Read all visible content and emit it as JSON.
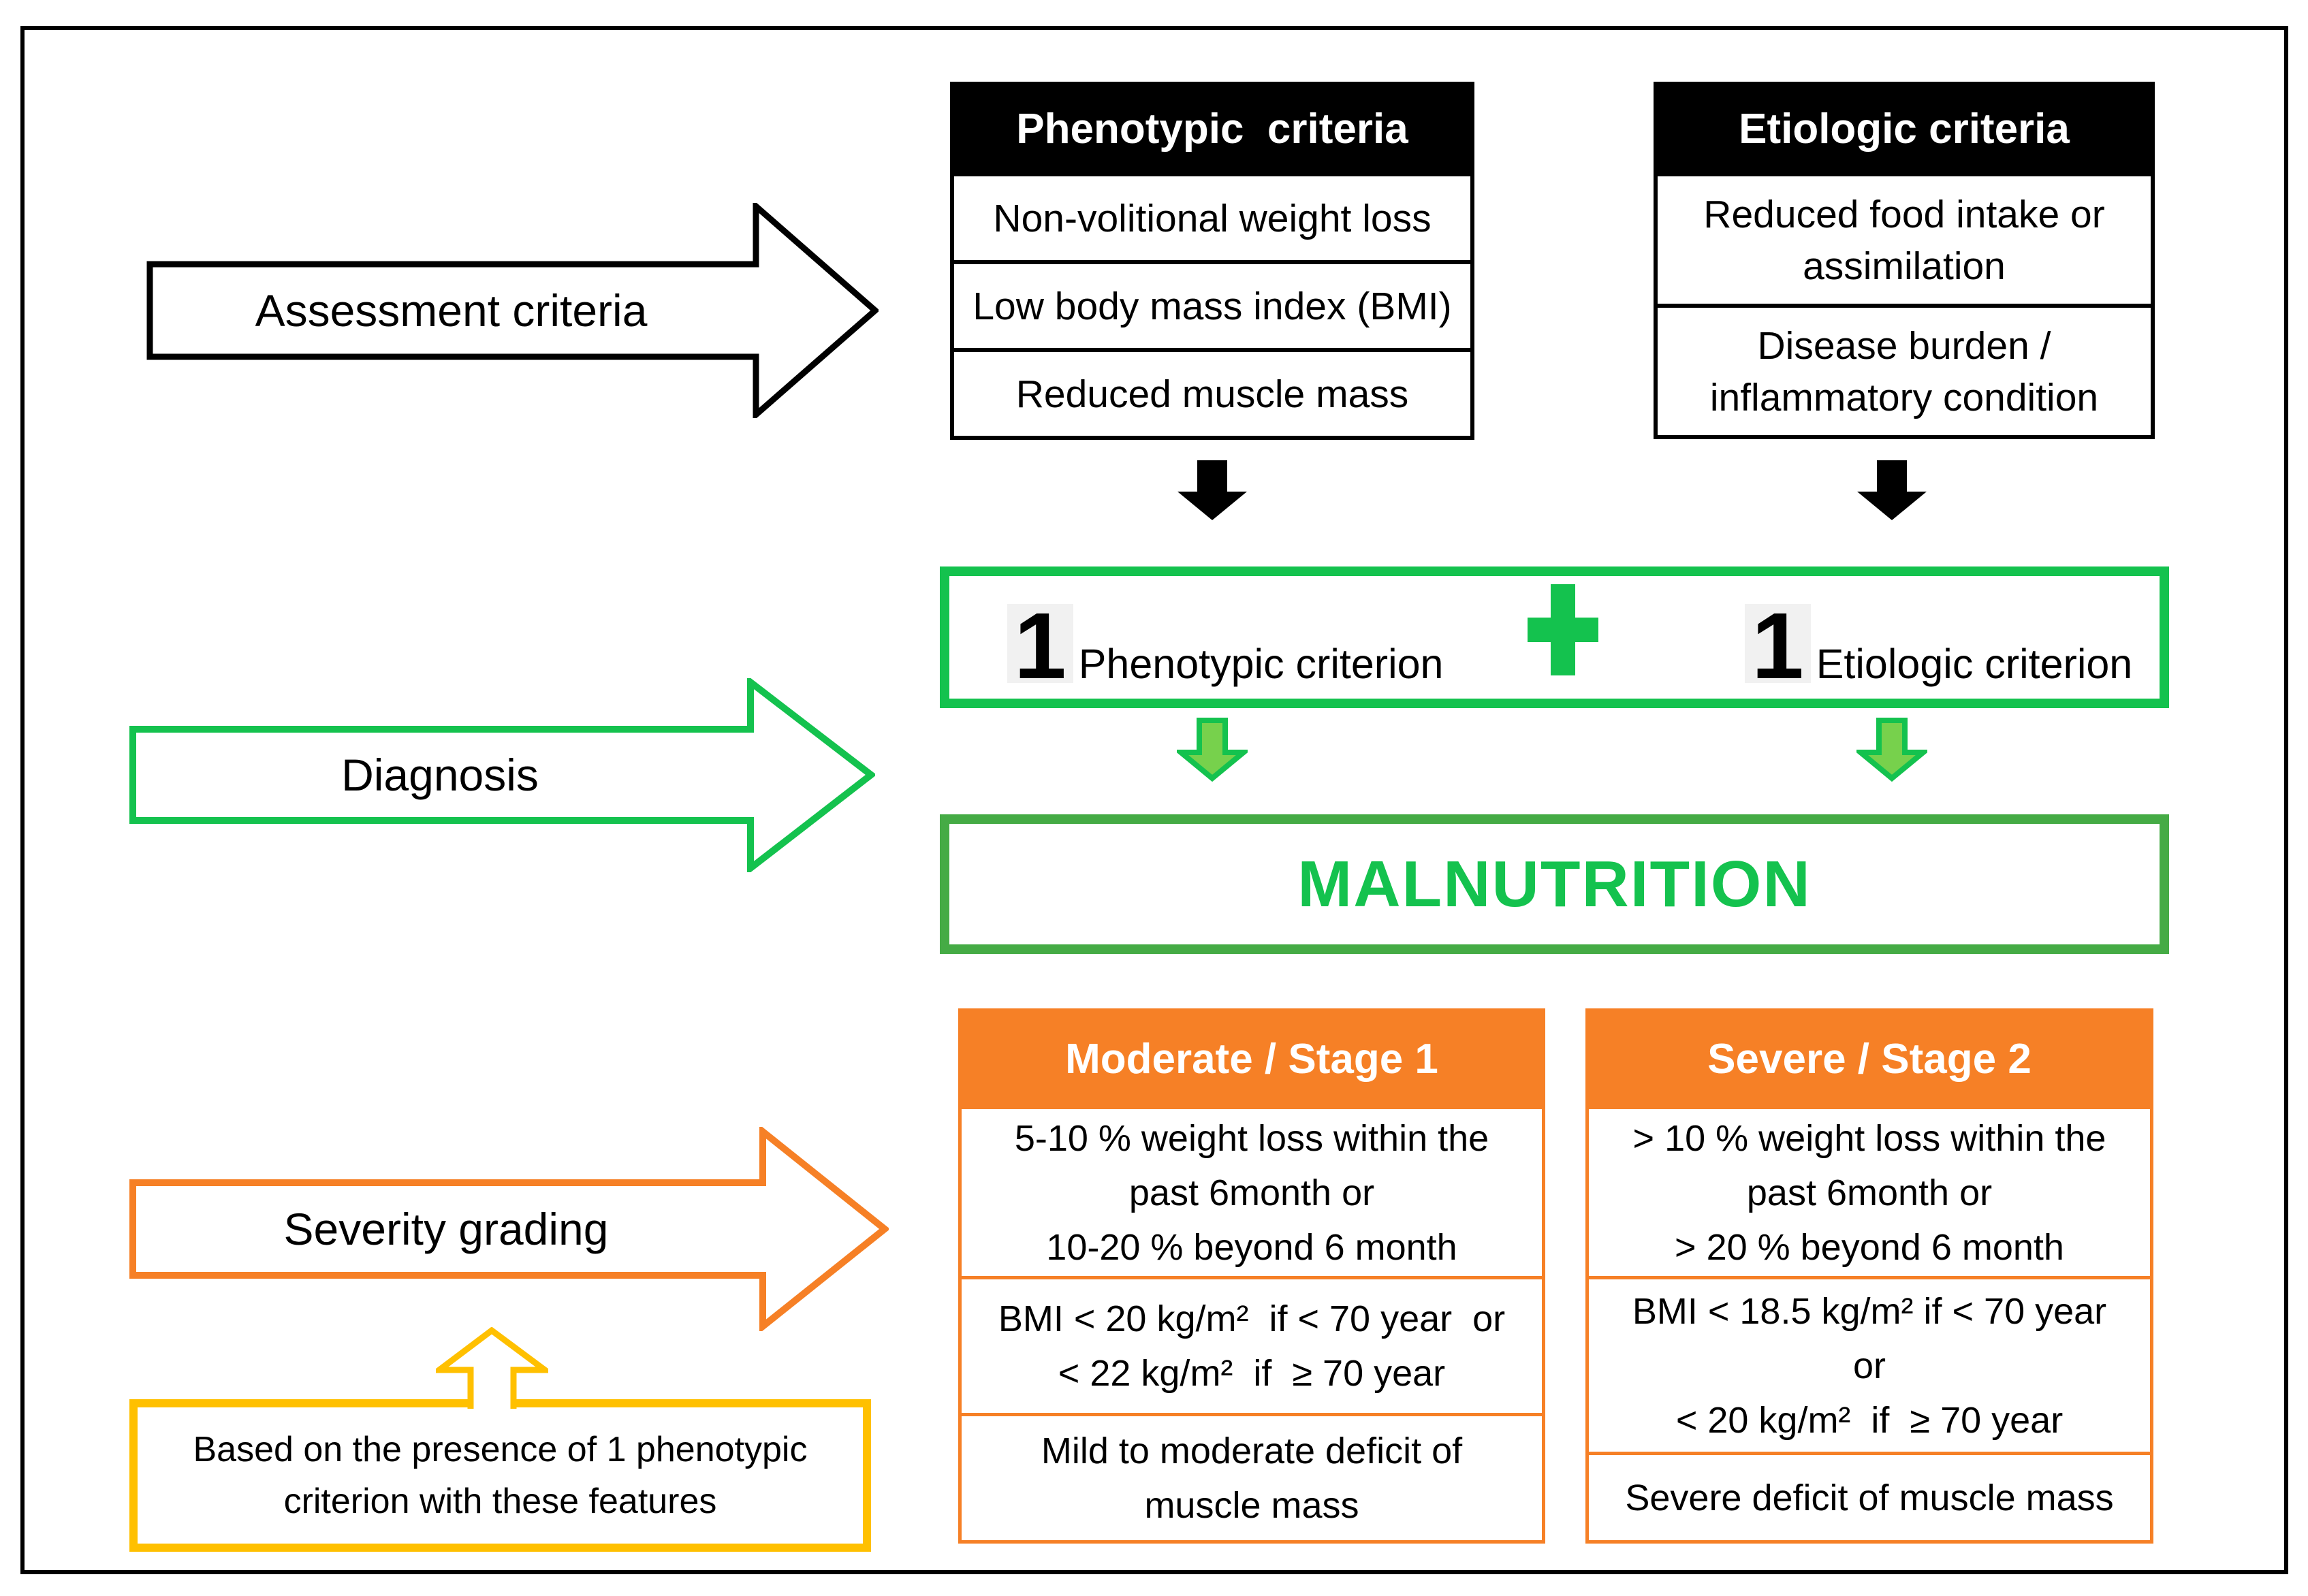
{
  "arrows": {
    "assessment": "Assessment criteria",
    "diagnosis": "Diagnosis",
    "severity": "Severity grading"
  },
  "phenotypic": {
    "header": "Phenotypic  criteria",
    "rows": [
      "Non-volitional weight loss",
      "Low body mass index (BMI)",
      "Reduced muscle mass"
    ]
  },
  "etiologic": {
    "header": "Etiologic criteria",
    "rows": [
      "Reduced food intake or\nassimilation",
      "Disease burden /\ninflammatory condition"
    ]
  },
  "combo": {
    "left_number": "1",
    "left_label": "Phenotypic criterion",
    "plus": "+",
    "right_number": "1",
    "right_label": "Etiologic criterion"
  },
  "diagnosis_result": "MALNUTRITION",
  "severity": {
    "note": "Based on the presence of 1 phenotypic\ncriterion with these features",
    "moderate": {
      "header": "Moderate / Stage 1",
      "cells": [
        "5-10 % weight loss within the\npast 6month or\n10-20 % beyond 6 month",
        "BMI < 20 kg/m²  if < 70 year  or\n< 22 kg/m²  if  ≥ 70 year",
        "Mild to moderate deficit of\nmuscle mass"
      ]
    },
    "severe": {
      "header": "Severe / Stage 2",
      "cells": [
        "> 10 % weight loss within the\npast 6month or\n> 20 % beyond 6 month",
        "BMI < 18.5 kg/m² if < 70 year\nor\n< 20 kg/m²  if  ≥ 70 year",
        "Severe deficit of muscle mass"
      ]
    }
  },
  "colors": {
    "bright_green": "#14C24E",
    "light_green_fill": "#77D14C",
    "malnutrition_border_green": "#45AB45",
    "orange": "#F68026",
    "gold": "#FFC000",
    "black": "#000000",
    "white": "#FFFFFF"
  }
}
